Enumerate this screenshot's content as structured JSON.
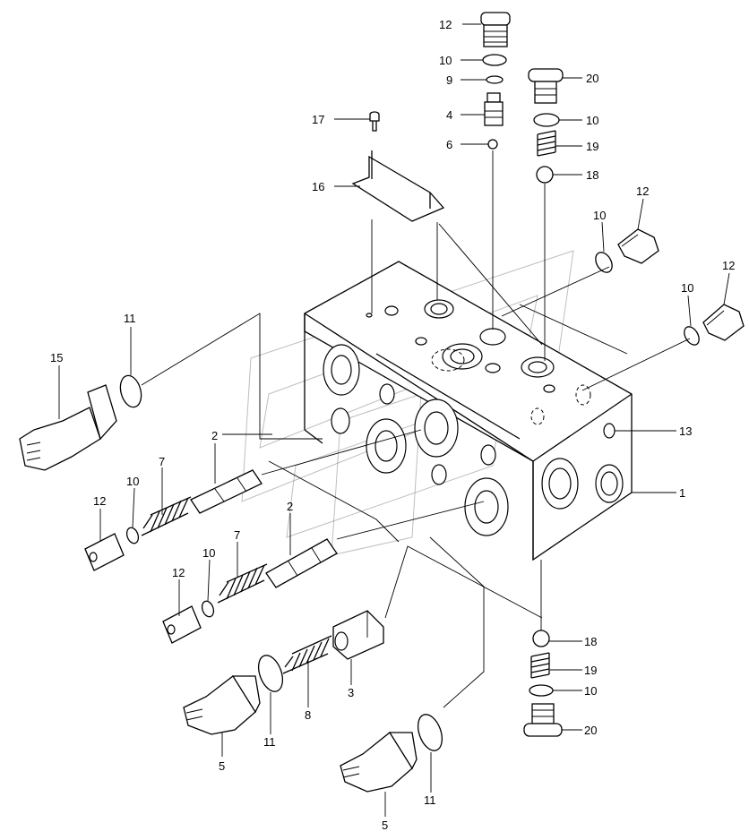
{
  "callouts": [
    {
      "text": "12"
    },
    {
      "text": "10"
    },
    {
      "text": "9"
    },
    {
      "text": "4"
    },
    {
      "text": "6"
    },
    {
      "text": "20"
    },
    {
      "text": "10"
    },
    {
      "text": "19"
    },
    {
      "text": "18"
    },
    {
      "text": "17"
    },
    {
      "text": "16"
    },
    {
      "text": "12"
    },
    {
      "text": "10"
    },
    {
      "text": "12"
    },
    {
      "text": "10"
    },
    {
      "text": "11"
    },
    {
      "text": "15"
    },
    {
      "text": "13"
    },
    {
      "text": "2"
    },
    {
      "text": "1"
    },
    {
      "text": "7"
    },
    {
      "text": "10"
    },
    {
      "text": "12"
    },
    {
      "text": "2"
    },
    {
      "text": "7"
    },
    {
      "text": "12"
    },
    {
      "text": "10"
    },
    {
      "text": "18"
    },
    {
      "text": "19"
    },
    {
      "text": "10"
    },
    {
      "text": "3"
    },
    {
      "text": "8"
    },
    {
      "text": "11"
    },
    {
      "text": "5"
    },
    {
      "text": "20"
    },
    {
      "text": "11"
    },
    {
      "text": "5"
    }
  ]
}
